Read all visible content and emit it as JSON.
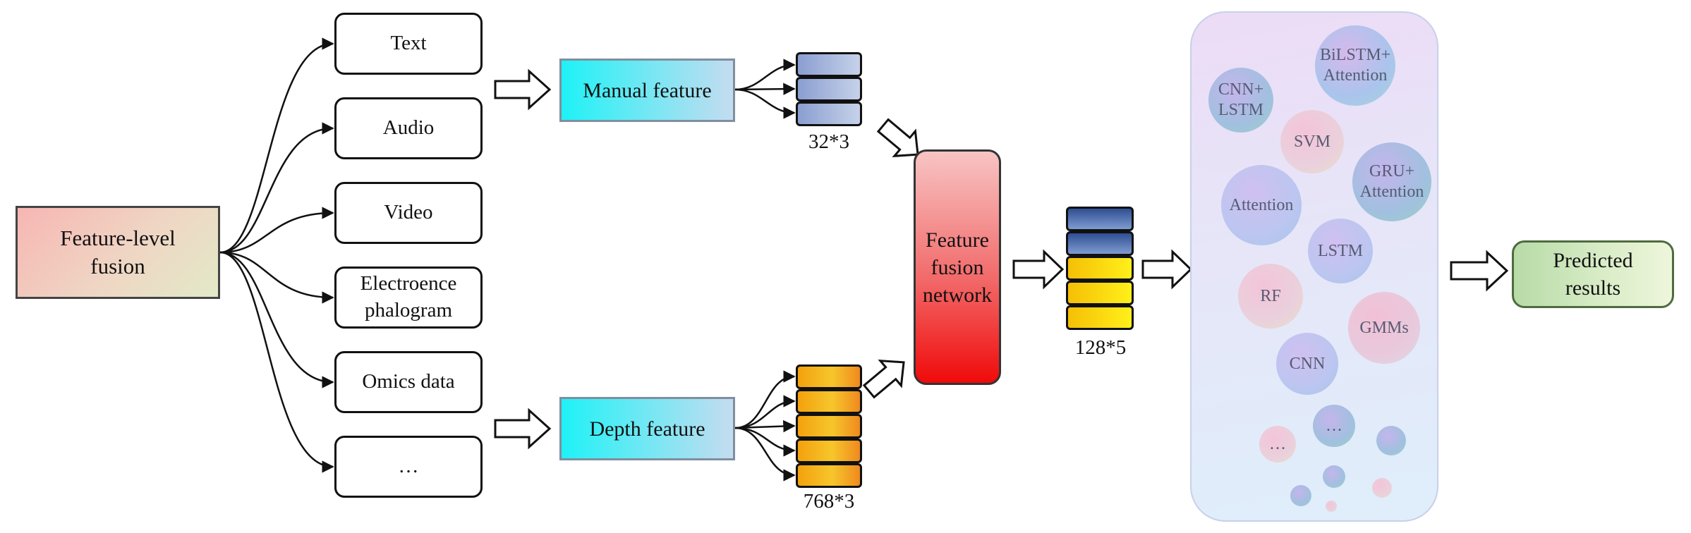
{
  "root": {
    "label": "Feature-level fusion"
  },
  "sources": [
    "Text",
    "Audio",
    "Video",
    "Electroence phalogram",
    "Omics data",
    "…"
  ],
  "branches": {
    "manual": {
      "label": "Manual feature",
      "dim": "32*3"
    },
    "depth": {
      "label": "Depth feature",
      "dim": "768*3"
    }
  },
  "fusion": {
    "label": "Feature fusion network",
    "dim": "128*5"
  },
  "models": [
    "BiLSTM+ Attention",
    "CNN+ LSTM",
    "SVM",
    "GRU+ Attention",
    "Attention",
    "LSTM",
    "RF",
    "GMMs",
    "CNN",
    "…",
    "…"
  ],
  "output": {
    "label": "Predicted results"
  }
}
